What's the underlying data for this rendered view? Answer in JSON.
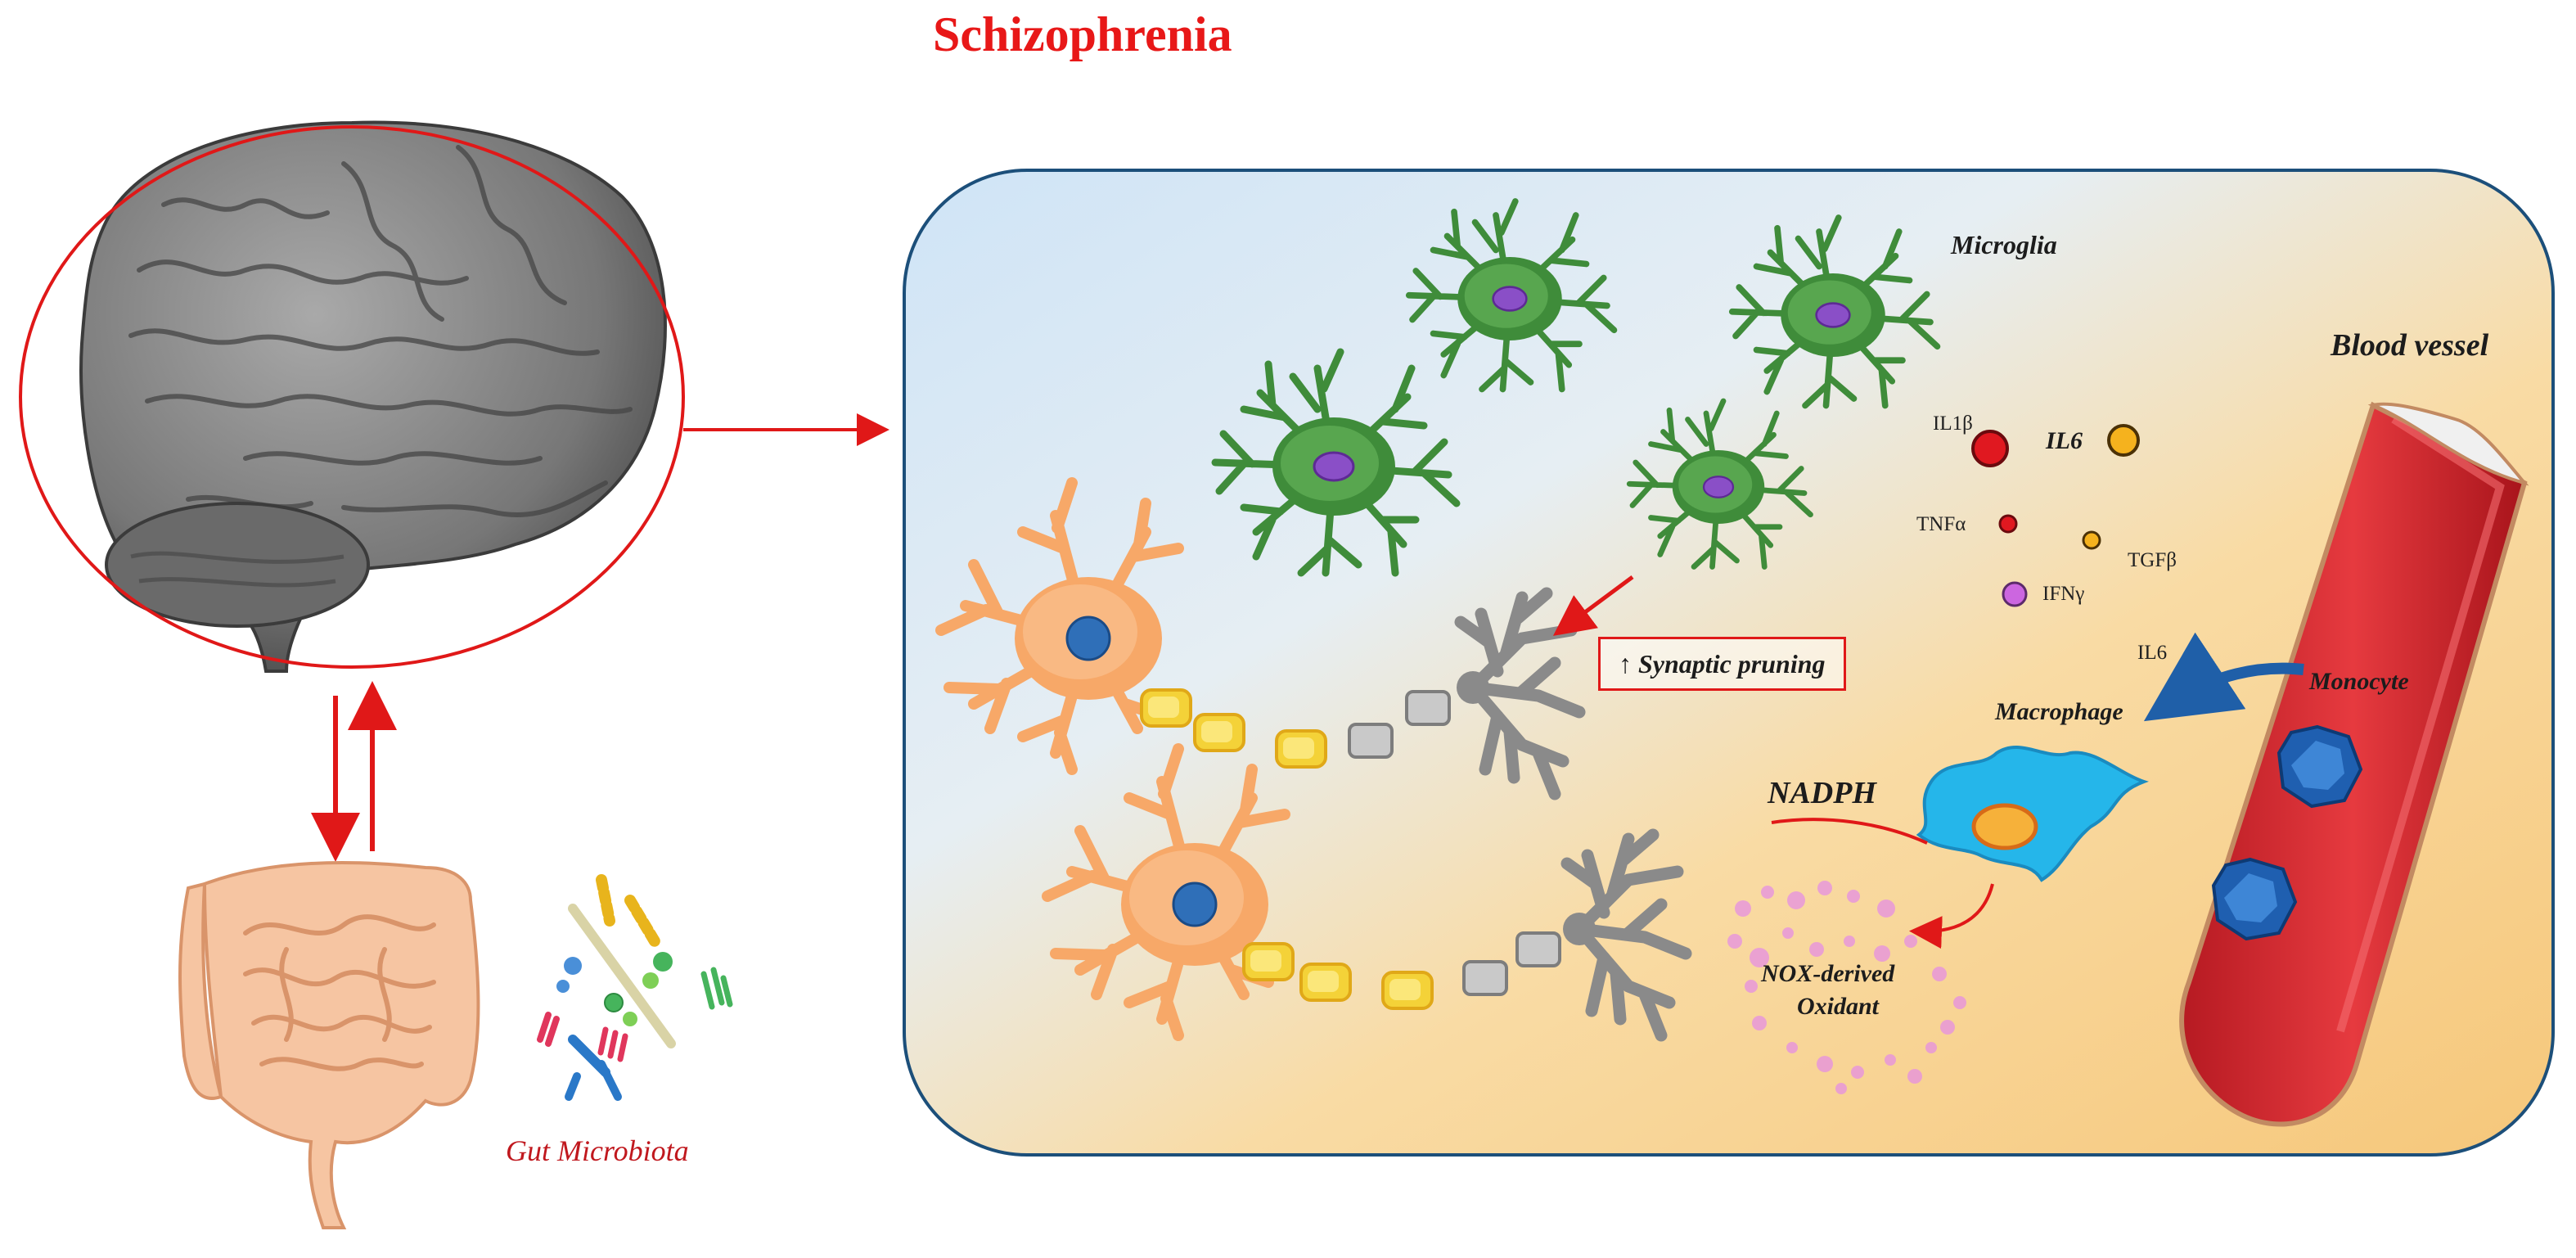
{
  "title": "Schizophrenia",
  "labels": {
    "microglia": "Microglia",
    "blood_vessel": "Blood vessel",
    "il1b": "IL1β",
    "il6_bold": "IL6",
    "tnfa": "TNFα",
    "tgfb": "TGFβ",
    "ifng": "IFNγ",
    "il6_small": "IL6",
    "monocyte": "Monocyte",
    "macrophage": "Macrophage",
    "synaptic_pruning": "↑ Synaptic pruning",
    "nadph": "NADPH",
    "nox_line1": "NOX-derived",
    "nox_line2": "Oxidant",
    "gut_microbiota": "Gut Microbiota"
  },
  "colors": {
    "title_red": "#e81818",
    "arrow_red": "#e01818",
    "microglia_green": "#3f8c3a",
    "neuron_orange": "#f7a868",
    "myelin_yellow": "#f4d238",
    "axon_gray": "#8a8a8a",
    "vessel_red": "#d8242b",
    "monocyte_blue": "#1f5fb0",
    "macrophage_cyan": "#25b6ea",
    "oxidant_pink": "#e58be8",
    "il1b_red": "#e01820",
    "il6_yellow": "#f5b21e",
    "ifng_violet": "#cc66e0"
  },
  "icons": [
    "brain-icon",
    "intestine-icon",
    "bacteria-icon",
    "microglia-icon",
    "neuron-icon",
    "blood-vessel-icon",
    "macrophage-icon",
    "monocyte-icon"
  ]
}
